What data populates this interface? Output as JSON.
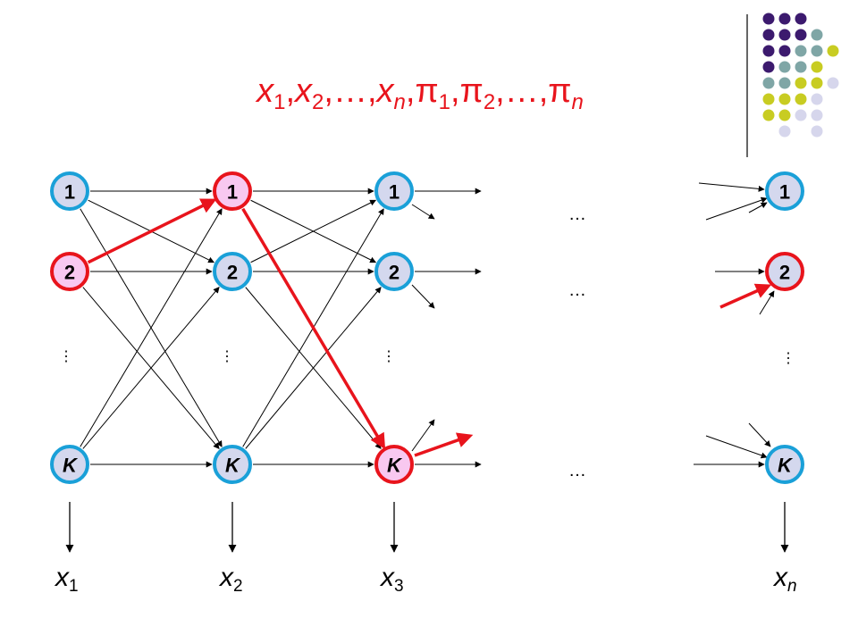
{
  "title": {
    "parts": [
      {
        "t": "x",
        "it": true
      },
      {
        "t": "1",
        "sub": true
      },
      {
        "t": ","
      },
      {
        "t": "x",
        "it": true
      },
      {
        "t": "2",
        "sub": true
      },
      {
        "t": ",…,"
      },
      {
        "t": "x",
        "it": true
      },
      {
        "t": "n",
        "sub": true,
        "it": true
      },
      {
        "t": ","
      },
      {
        "t": "π"
      },
      {
        "t": "1",
        "sub": true
      },
      {
        "t": ","
      },
      {
        "t": "π"
      },
      {
        "t": "2",
        "sub": true
      },
      {
        "t": ",…,"
      },
      {
        "t": "π"
      },
      {
        "t": "n",
        "sub": true,
        "it": true
      }
    ]
  },
  "colors": {
    "node_fill": "#d4d8ee",
    "node_stroke_blue": "#1aa0d8",
    "node_stroke_red": "#e8141c",
    "node_fill_pink": "#f8c8f0",
    "node_fill_red": "#f88ca8",
    "path_red": "#e8141c",
    "title_red": "#e8141c",
    "deco_purple": "#3c1a6e",
    "deco_teal": "#7fa6a6",
    "deco_yellow": "#c8cc22",
    "deco_lavender": "#d6d6ec"
  },
  "nodes": {
    "col1": {
      "n1": "1",
      "n2": "2",
      "nK": "K"
    },
    "col2": {
      "n1": "1",
      "n2": "2",
      "nK": "K"
    },
    "col3": {
      "n1": "1",
      "n2": "2",
      "nK": "K"
    },
    "coln": {
      "n1": "1",
      "n2": "2",
      "nK": "K"
    }
  },
  "ellipsis": {
    "row1": "…",
    "row2": "…",
    "rowK": "…",
    "vdots": "⋮"
  },
  "outputs": [
    {
      "base": "x",
      "sub": "1",
      "sub_italic": false
    },
    {
      "base": "x",
      "sub": "2",
      "sub_italic": false
    },
    {
      "base": "x",
      "sub": "3",
      "sub_italic": false
    },
    {
      "base": "x",
      "sub": "n",
      "sub_italic": true
    }
  ]
}
